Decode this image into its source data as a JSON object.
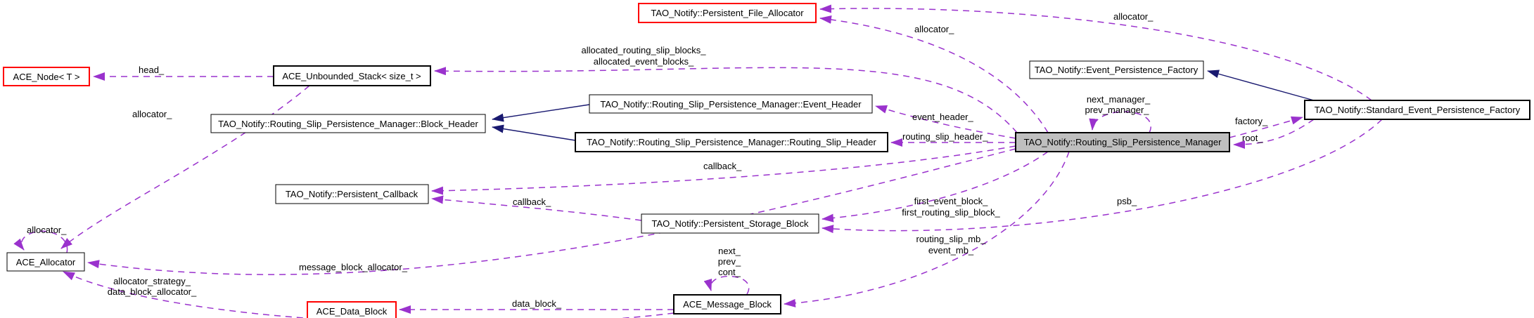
{
  "diagram": {
    "kind": "doxygen-collaboration-graph",
    "central_class": "TAO_Notify::Routing_Slip_Persistence_Manager",
    "colors": {
      "background": "#ffffff",
      "usage_edge": "#9a32cd",
      "inheritance_edge": "#191970",
      "node_border": "#000000",
      "truncated_node_border": "#ff0000",
      "central_node_fill": "#bfbfbf",
      "node_fill": "#ffffff",
      "label_text": "#000000"
    },
    "nodes": {
      "ace_node": {
        "label": "ACE_Node< T >",
        "truncated": true
      },
      "unbounded_stack": {
        "label": "ACE_Unbounded_Stack< size_t >",
        "truncated": false
      },
      "persistent_file_allocator": {
        "label": "TAO_Notify::Persistent_File_Allocator",
        "truncated": true
      },
      "event_persistence_factory": {
        "label": "TAO_Notify::Event_Persistence_Factory",
        "truncated": false
      },
      "event_header": {
        "label": "TAO_Notify::Routing_Slip_Persistence_Manager::Event_Header",
        "truncated": false
      },
      "block_header": {
        "label": "TAO_Notify::Routing_Slip_Persistence_Manager::Block_Header",
        "truncated": false
      },
      "routing_slip_header": {
        "label": "TAO_Notify::Routing_Slip_Persistence_Manager::Routing_Slip_Header",
        "truncated": false
      },
      "manager": {
        "label": "TAO_Notify::Routing_Slip_Persistence_Manager",
        "truncated": false,
        "central": true
      },
      "standard_event_persistence_factory": {
        "label": "TAO_Notify::Standard_Event_Persistence_Factory",
        "truncated": false
      },
      "persistent_callback": {
        "label": "TAO_Notify::Persistent_Callback",
        "truncated": false
      },
      "persistent_storage_block": {
        "label": "TAO_Notify::Persistent_Storage_Block",
        "truncated": false
      },
      "ace_message_block": {
        "label": "ACE_Message_Block",
        "truncated": false
      },
      "ace_data_block": {
        "label": "ACE_Data_Block",
        "truncated": true
      },
      "ace_allocator": {
        "label": "ACE_Allocator",
        "truncated": false
      }
    },
    "edge_labels": {
      "head": "head_",
      "stack_allocator": "allocator_",
      "allocator_self": "allocator_",
      "allocated_line1": "allocated_routing_slip_blocks_",
      "allocated_line2": "allocated_event_blocks_",
      "manager_allocator": "allocator_",
      "factory_allocator": "allocator_",
      "next_manager": "next_manager_",
      "prev_manager": "prev_manager_",
      "factory": "factory_",
      "root": "root_",
      "event_header": "event_header_",
      "routing_slip_header": "routing_slip_header_",
      "callback_manager": "callback_",
      "callback_storage": "callback_",
      "first_event_block": "first_event_block_",
      "first_routing_slip_block": "first_routing_slip_block_",
      "routing_slip_mb": "routing_slip_mb_",
      "event_mb": "event_mb_",
      "psb": "psb_",
      "next": "next_",
      "prev": "prev_",
      "cont": "cont_",
      "data_block": "data_block_",
      "message_block_allocator": "message_block_allocator_",
      "allocator_strategy": "allocator_strategy_",
      "data_block_allocator": "data_block_allocator_"
    }
  }
}
